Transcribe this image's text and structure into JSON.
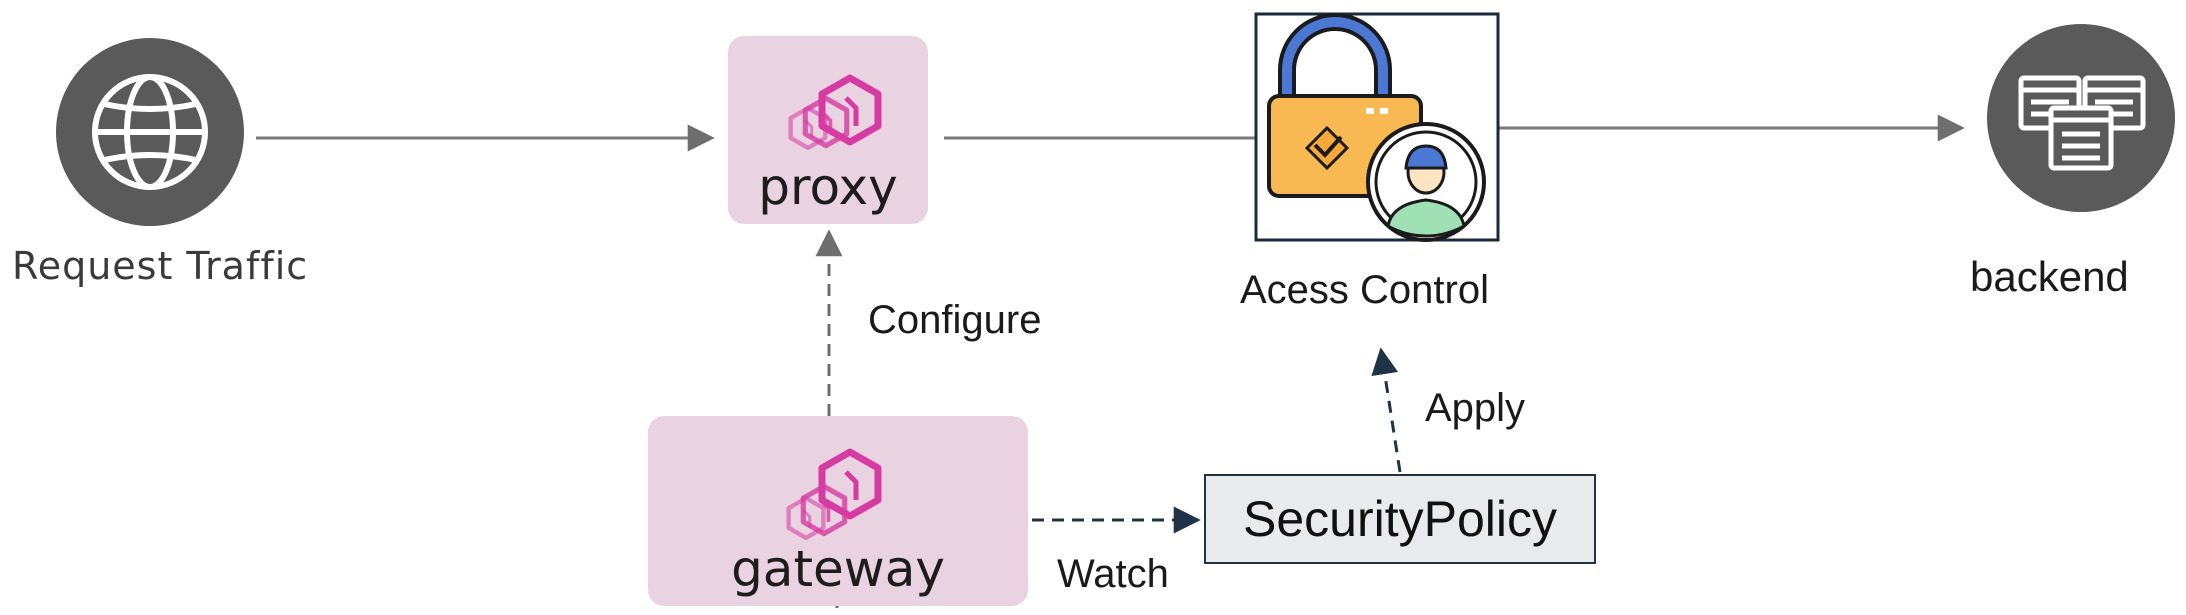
{
  "nodes": {
    "request": {
      "label": "Request Traffic"
    },
    "proxy": {
      "label": "proxy"
    },
    "access_control": {
      "label": "Acess Control"
    },
    "backend": {
      "label": "backend"
    },
    "gateway": {
      "label": "gateway"
    },
    "security_policy": {
      "label": "SecurityPolicy"
    }
  },
  "edges": {
    "configure": "Configure",
    "apply": "Apply",
    "watch": "Watch"
  },
  "colors": {
    "node_fill": "#ead3e0",
    "circle_fill": "#5a5a5a",
    "arrow_solid": "#7a7a7a",
    "arrow_dashed_gray": "#6e6e6e",
    "arrow_dashed_navy": "#1f3348",
    "envoy_pink": "#d63ba1",
    "envoy_purple": "#8d2fa3",
    "lock_shackle": "#4a78d4",
    "lock_body": "#f8b952",
    "user_green": "#9fe0b5"
  },
  "icons": {
    "request": "globe-icon",
    "proxy": "envoy-logo",
    "gateway": "envoy-logo",
    "access_control": "padlock-user-icon",
    "backend": "server-stack-icon"
  }
}
